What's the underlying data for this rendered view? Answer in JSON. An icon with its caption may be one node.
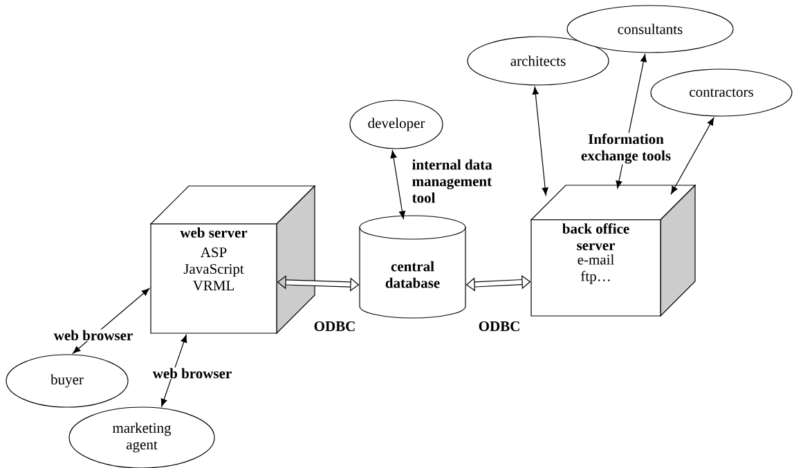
{
  "diagram": {
    "nodes": [
      {
        "text": [
          "web server",
          "ASP JavaScript VRML"
        ]
      },
      {
        "text": [
          "central database"
        ]
      },
      {
        "text": [
          "back office server",
          "e-mail ftp…"
        ]
      },
      {
        "text": [
          "developer"
        ]
      },
      {
        "text": [
          "architects"
        ]
      },
      {
        "text": [
          "consultants"
        ]
      },
      {
        "text": [
          "contractors"
        ]
      },
      {
        "text": [
          "buyer"
        ]
      },
      {
        "text": [
          "marketing agent"
        ]
      }
    ],
    "edges": [
      {
        "from": 7,
        "to": 0,
        "arrow": "both",
        "label": "web browser"
      },
      {
        "from": 8,
        "to": 0,
        "arrow": "both",
        "label": "web browser"
      },
      {
        "from": 0,
        "to": 1,
        "arrow": "both",
        "label": "ODBC",
        "style": "thick"
      },
      {
        "from": 1,
        "to": 2,
        "arrow": "both",
        "label": "ODBC",
        "style": "thick"
      },
      {
        "from": 3,
        "to": 1,
        "arrow": "both",
        "label": "internal data management tool"
      },
      {
        "from": 4,
        "to": 2,
        "arrow": "both"
      },
      {
        "from": 5,
        "to": 2,
        "arrow": "both",
        "label": "Information exchange tools"
      },
      {
        "from": 6,
        "to": 2,
        "arrow": "both"
      }
    ]
  }
}
